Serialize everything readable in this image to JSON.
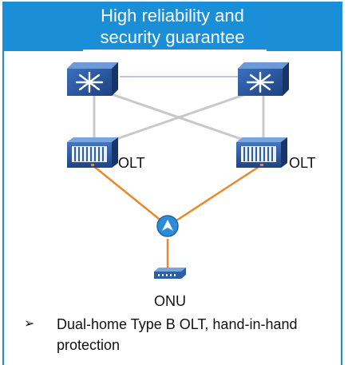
{
  "header": {
    "title_line1": "High reliability and",
    "title_line2": "security guarantee"
  },
  "nodes": {
    "olt_left_label": "OLT",
    "olt_right_label": "OLT",
    "onu_label": "ONU"
  },
  "note": {
    "bullet": "➢",
    "text": "Dual-home Type B OLT, hand-in-hand protection"
  },
  "colors": {
    "accent": "#1a8ed6",
    "fiber": "#e8892a",
    "core_link": "#c8c8c8",
    "device_blue": "#2f5fa3"
  }
}
